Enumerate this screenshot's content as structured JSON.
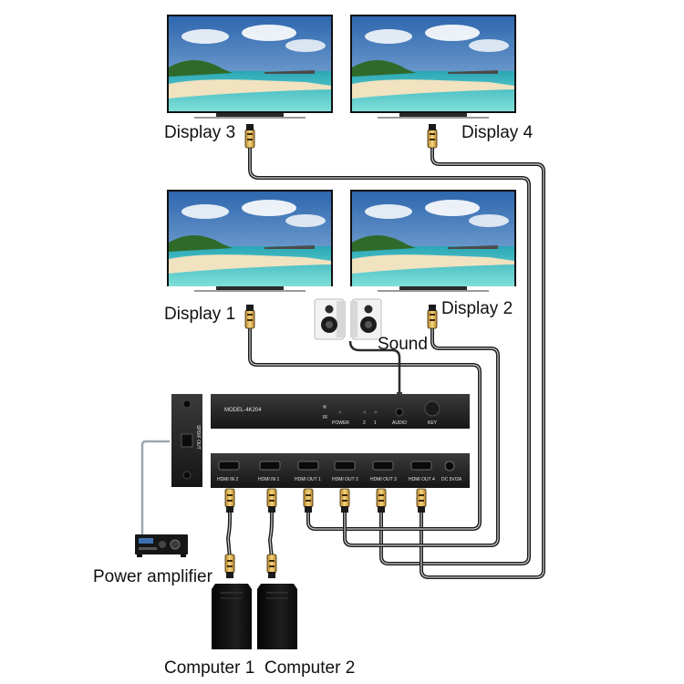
{
  "labels": {
    "display_1": "Display 1",
    "display_2": "Display 2",
    "display_3": "Display 3",
    "display_4": "Display 4",
    "sound": "Sound",
    "power_amplifier": "Power amplifier",
    "computer_1": "Computer 1",
    "computer_2": "Computer 2"
  },
  "device": {
    "model": "MODEL-4K204",
    "ir": "IR",
    "power": "POWER",
    "led_2": "2",
    "led_1": "1",
    "audio": "AUDIO",
    "key": "KEY",
    "spdif_out": "SPDIF OUT",
    "ports": {
      "hdmi_in_2": "HDMI IN 2",
      "hdmi_in_1": "HDMI IN 1",
      "hdmi_out_1": "HDMI OUT 1",
      "hdmi_out_2": "HDMI OUT 2",
      "hdmi_out_3": "HDMI OUT 3",
      "hdmi_out_4": "HDMI OUT 4",
      "dc": "DC 5V/2A"
    }
  },
  "colors": {
    "cable": "#1b1b1b",
    "connector_gold": "#e8b84a",
    "device_body": "#232323",
    "sky": "#4f86c6",
    "sea": "#43c4c4",
    "sand": "#eedcb4"
  }
}
